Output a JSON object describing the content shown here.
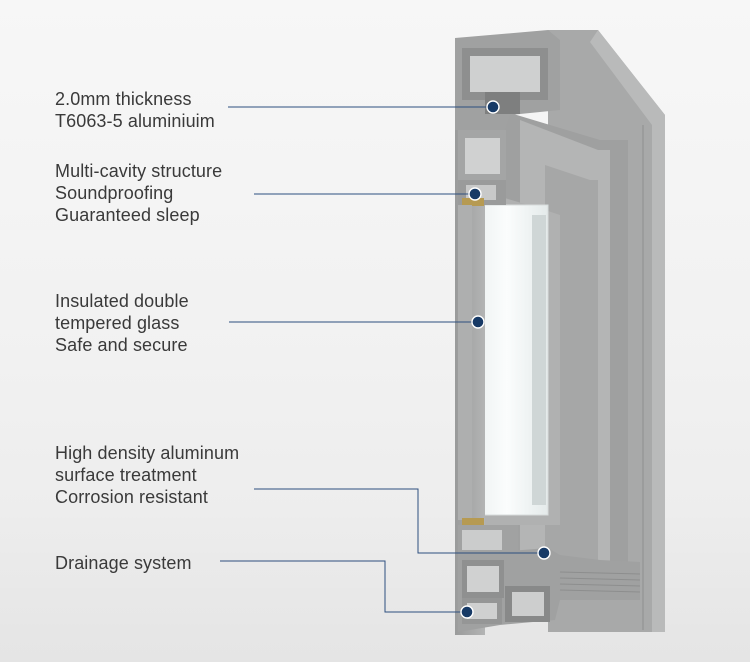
{
  "callouts": [
    {
      "lines": [
        "2.0mm thickness",
        "T6063-5 aluminiuim"
      ]
    },
    {
      "lines": [
        "Multi-cavity structure",
        "Soundproofing",
        "Guaranteed sleep"
      ]
    },
    {
      "lines": [
        "Insulated double",
        "tempered glass",
        "Safe and secure"
      ]
    },
    {
      "lines": [
        "High density aluminum",
        "surface treatment",
        "Corrosion resistant"
      ]
    },
    {
      "lines": [
        "Drainage system"
      ]
    }
  ],
  "colors": {
    "leader_line": "#2d4f7f",
    "marker_dot": "#173a66",
    "text": "#3a3a3a",
    "frame_face": "#a7a8a8",
    "frame_side": "#8f9090"
  },
  "icons": [
    "marker-dot"
  ]
}
